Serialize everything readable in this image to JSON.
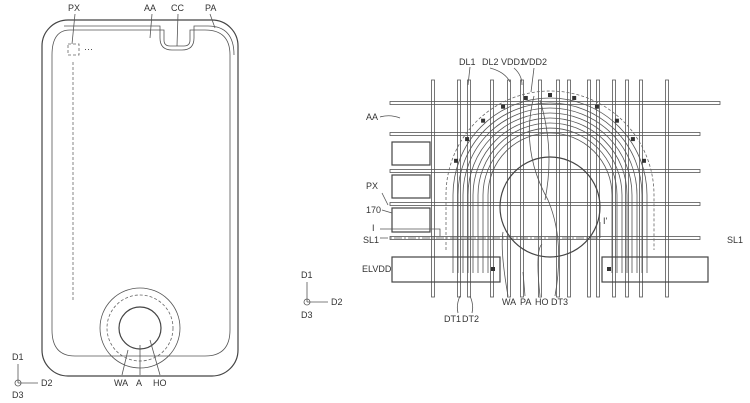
{
  "left_figure": {
    "labels": {
      "px": "PX",
      "aa": "AA",
      "cc": "CC",
      "pa": "PA",
      "wa": "WA",
      "a": "A",
      "ho": "HO",
      "d1": "D1",
      "d2": "D2",
      "d3": "D3"
    }
  },
  "right_figure": {
    "labels": {
      "dl1": "DL1",
      "dl2": "DL2",
      "vdd1": "VDD1",
      "vdd2": "VDD2",
      "aa": "AA",
      "px": "PX",
      "n170": "170",
      "i": "I",
      "sl1_left": "SL1",
      "elvdd": "ELVDD",
      "sl1_right": "SL1",
      "i_prime": "I'",
      "dt1": "DT1",
      "dt2": "DT2",
      "wa": "WA",
      "pa": "PA",
      "ho": "HO",
      "dt3": "DT3",
      "d1": "D1",
      "d2": "D2",
      "d3": "D3"
    }
  }
}
